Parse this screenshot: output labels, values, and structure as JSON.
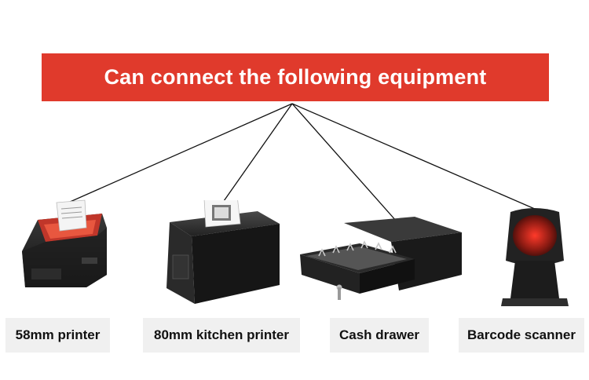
{
  "banner": {
    "title": "Can connect the following equipment"
  },
  "devices": [
    {
      "label": "58mm printer",
      "icon": "thermal-printer-58mm-icon"
    },
    {
      "label": "80mm kitchen printer",
      "icon": "kitchen-printer-80mm-icon"
    },
    {
      "label": "Cash drawer",
      "icon": "cash-drawer-icon"
    },
    {
      "label": "Barcode scanner",
      "icon": "barcode-scanner-icon"
    }
  ],
  "colors": {
    "banner": "#e03a2c",
    "label_bg": "#f0f0f0",
    "device_body": "#1f1f1f"
  }
}
